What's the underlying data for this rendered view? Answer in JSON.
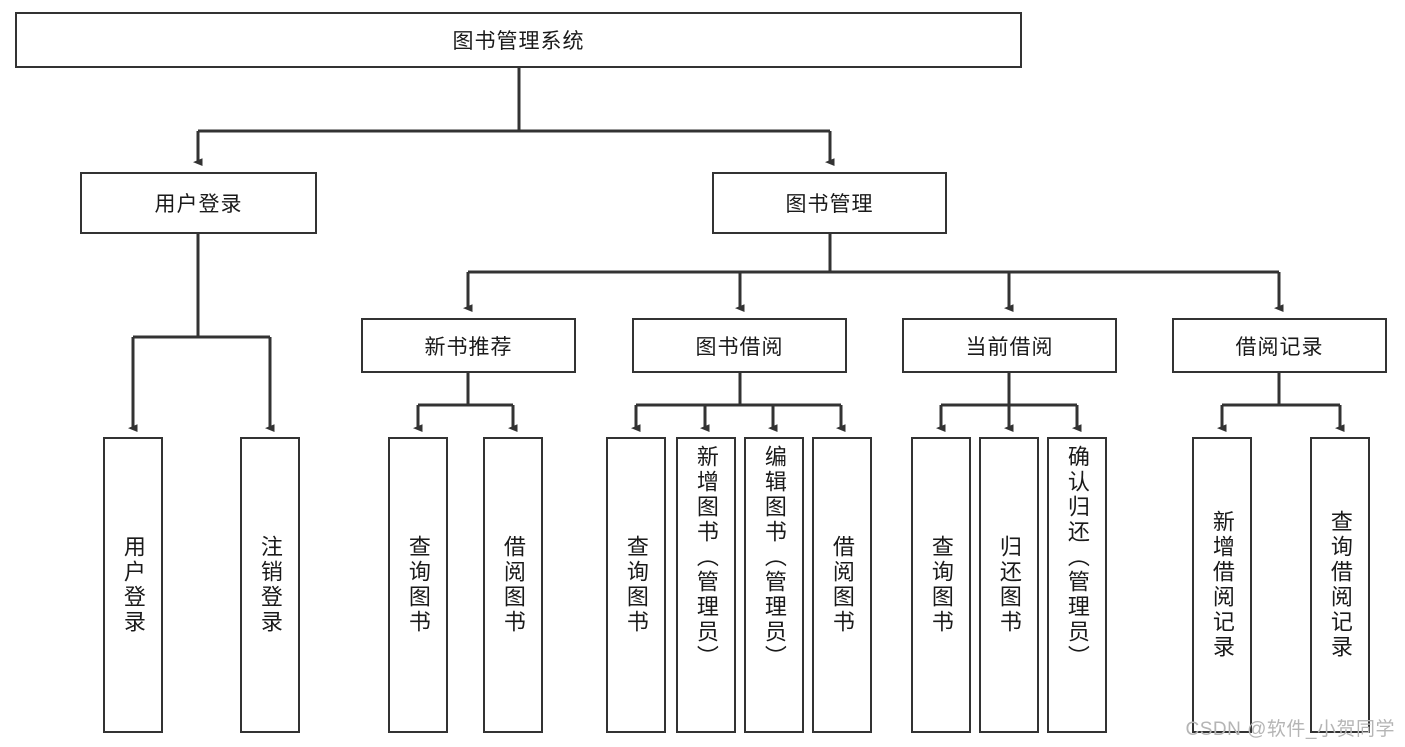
{
  "diagram": {
    "type": "tree-hierarchy",
    "title": "图书管理系统",
    "watermark": "CSDN @软件_小贺同学",
    "colors": {
      "background": "#ffffff",
      "stroke": "#333333",
      "text": "#1a1a1a",
      "watermark": "#b5b5b5"
    },
    "levels": {
      "root": {
        "label": "图书管理系统"
      },
      "level2": [
        {
          "id": "user-login",
          "label": "用户登录"
        },
        {
          "id": "book-management",
          "label": "图书管理"
        }
      ],
      "level3": [
        {
          "id": "new-book-recommend",
          "label": "新书推荐",
          "parent": "book-management"
        },
        {
          "id": "book-borrow",
          "label": "图书借阅",
          "parent": "book-management"
        },
        {
          "id": "current-borrow",
          "label": "当前借阅",
          "parent": "book-management"
        },
        {
          "id": "borrow-record",
          "label": "借阅记录",
          "parent": "book-management"
        }
      ],
      "leaves": [
        {
          "id": "leaf-user-login",
          "label": "用户登录",
          "parent": "user-login"
        },
        {
          "id": "leaf-logout-login",
          "label": "注销登录",
          "parent": "user-login"
        },
        {
          "id": "leaf-query-book-1",
          "label": "查询图书",
          "parent": "new-book-recommend"
        },
        {
          "id": "leaf-borrow-book-1",
          "label": "借阅图书",
          "parent": "new-book-recommend"
        },
        {
          "id": "leaf-query-book-2",
          "label": "查询图书",
          "parent": "book-borrow"
        },
        {
          "id": "leaf-add-book",
          "label": "新增图书（管理员）",
          "parent": "book-borrow"
        },
        {
          "id": "leaf-edit-book",
          "label": "编辑图书（管理员）",
          "parent": "book-borrow"
        },
        {
          "id": "leaf-borrow-book-2",
          "label": "借阅图书",
          "parent": "book-borrow"
        },
        {
          "id": "leaf-query-book-3",
          "label": "查询图书",
          "parent": "current-borrow"
        },
        {
          "id": "leaf-return-book",
          "label": "归还图书",
          "parent": "current-borrow"
        },
        {
          "id": "leaf-confirm-return",
          "label": "确认归还（管理员）",
          "parent": "current-borrow"
        },
        {
          "id": "leaf-add-record",
          "label": "新增借阅记录",
          "parent": "borrow-record"
        },
        {
          "id": "leaf-query-record",
          "label": "查询借阅记录",
          "parent": "borrow-record"
        }
      ]
    }
  }
}
